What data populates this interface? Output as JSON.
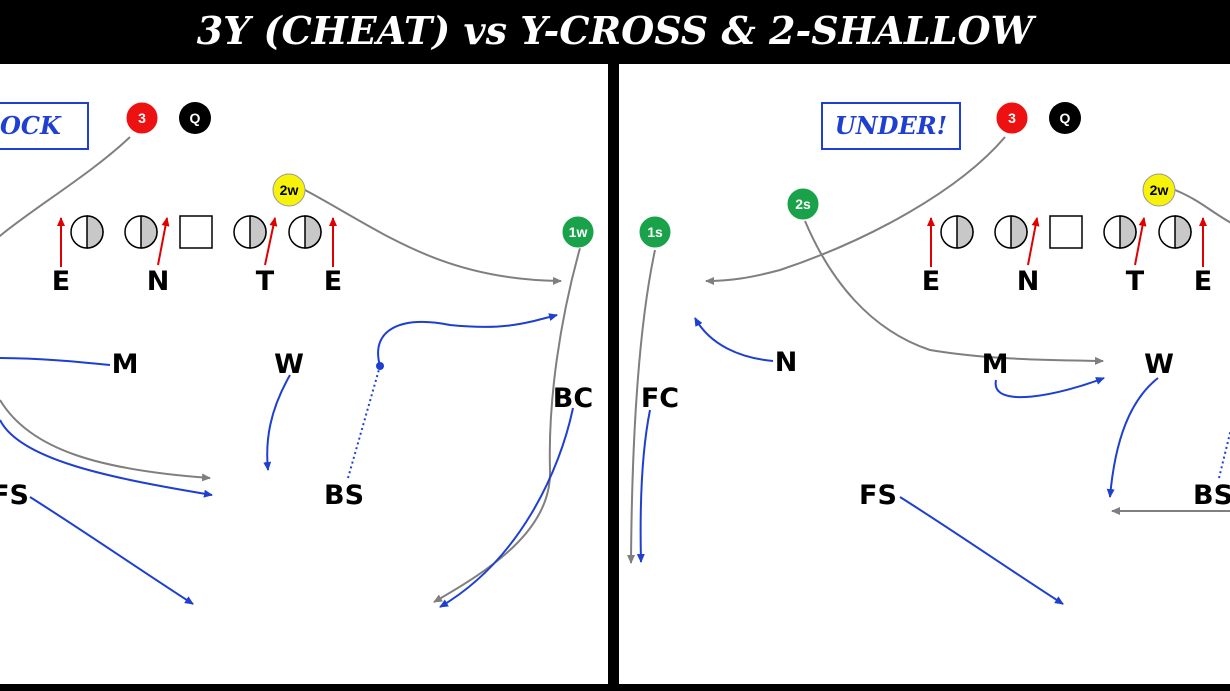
{
  "title": "3Y (CHEAT) vs Y-CROSS & 2-SHALLOW",
  "colors": {
    "background": "#000000",
    "field": "#ffffff",
    "defense_route": "#1f3fd0",
    "offense_route": "#7f7f7f",
    "block_arrow": "#e00000",
    "receiver_3": "#ee1111",
    "quarterback": "#000000",
    "receiver_2": "#f7f20a",
    "receiver_1": "#1aa24a"
  },
  "left_panel": {
    "call": "OCK",
    "receivers": {
      "three": "3",
      "qb": "Q",
      "two": "2w",
      "one": "1w"
    },
    "defenders": {
      "e1": "E",
      "n": "N",
      "t": "T",
      "e2": "E",
      "m": "M",
      "w": "W",
      "fs": "FS",
      "bs": "BS",
      "bc": "BC"
    }
  },
  "right_panel": {
    "call": "UNDER!",
    "receivers": {
      "three": "3",
      "qb": "Q",
      "two_s": "2s",
      "two_w": "2w",
      "one": "1s"
    },
    "defenders": {
      "e1": "E",
      "n_line": "N",
      "t": "T",
      "e2": "E",
      "n": "N",
      "m": "M",
      "w": "W",
      "fc": "FC",
      "fs": "FS",
      "bs": "BS"
    }
  }
}
